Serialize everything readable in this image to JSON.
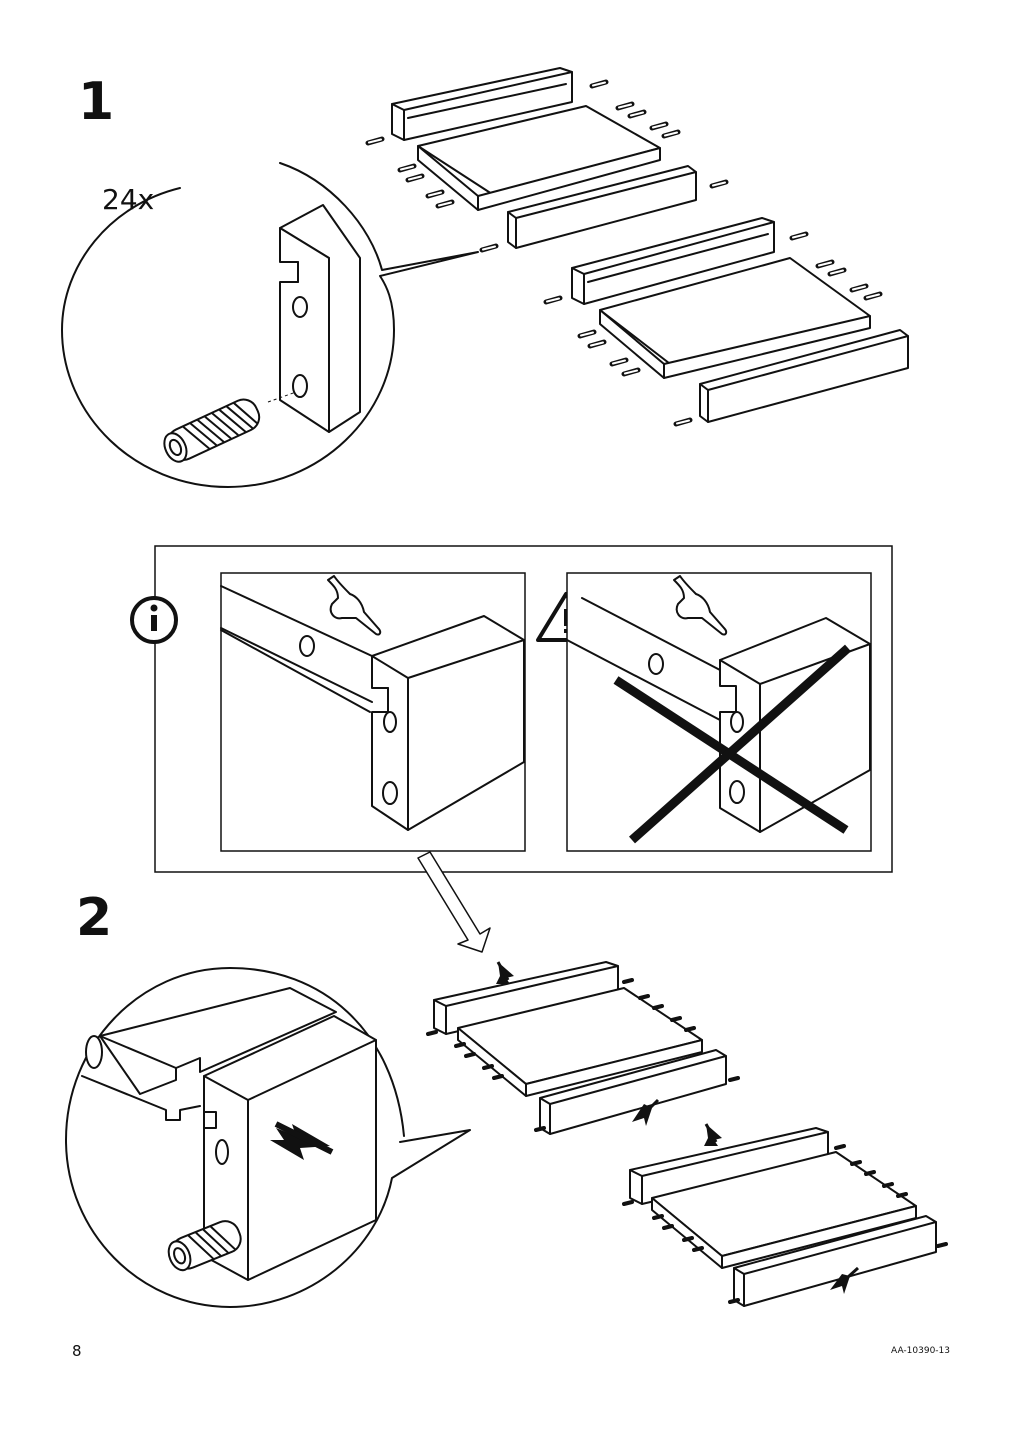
{
  "page": {
    "step1_number": "1",
    "step1_quantity": "24x",
    "step2_number": "2",
    "page_number": "8",
    "document_code": "AA-10390-13"
  },
  "icons": {
    "info": "info-icon",
    "warning": "warning-triangle-icon",
    "correct_hand": "pointing-hand-icon",
    "wrong_hand": "pointing-hand-icon",
    "wrong_cross": "cross-mark-icon",
    "dowel": "wooden-dowel-icon"
  },
  "colors": {
    "ink": "#111111",
    "paper": "#ffffff"
  }
}
